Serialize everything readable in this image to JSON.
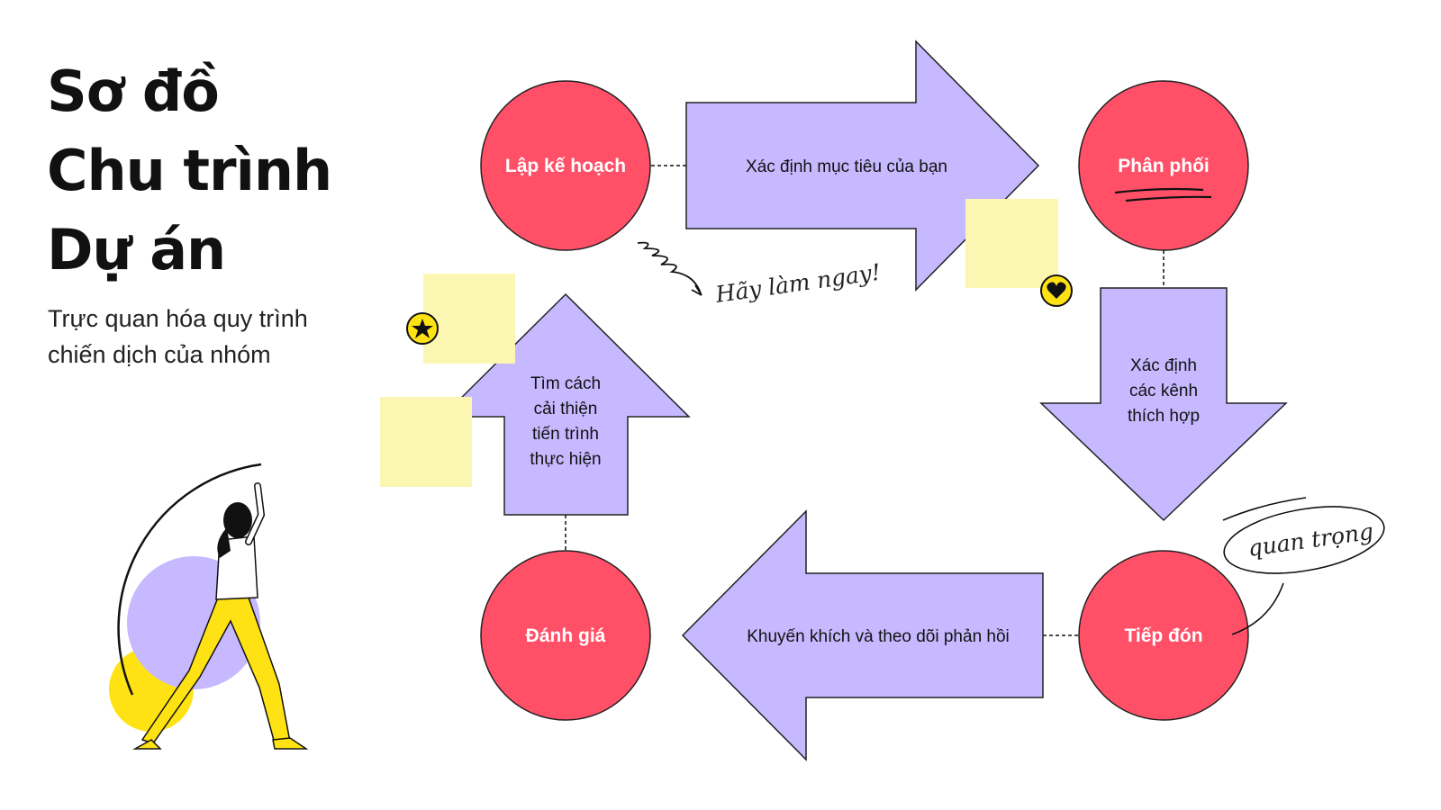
{
  "title": {
    "line1": "Sơ đồ",
    "line2": "Chu trình",
    "line3": "Dự án"
  },
  "subtitle": {
    "line1": "Trực quan hóa quy trình",
    "line2": "chiến dịch của nhóm"
  },
  "nodes": {
    "plan": "Lập kế hoạch",
    "distribute": "Phân phối",
    "receive": "Tiếp đón",
    "evaluate": "Đánh giá"
  },
  "arrows": {
    "right": "Xác định mục tiêu của bạn",
    "down": [
      "Xác định",
      "các kênh",
      "thích hợp"
    ],
    "left": "Khuyến khích và theo dõi phản hồi",
    "up": [
      "Tìm cách",
      "cải thiện",
      "tiến trình",
      "thực hiện"
    ]
  },
  "annotations": {
    "do_now": "Hãy làm ngay!",
    "important": "quan trọng"
  },
  "icons": {
    "star": "star-icon",
    "heart": "heart-icon"
  },
  "colors": {
    "node": "#ff5068",
    "arrow": "#c7b9ff",
    "sticky": "#fcf6b3",
    "badge": "#ffe213",
    "figure_purple": "#c7b9ff",
    "figure_yellow": "#ffe213"
  }
}
